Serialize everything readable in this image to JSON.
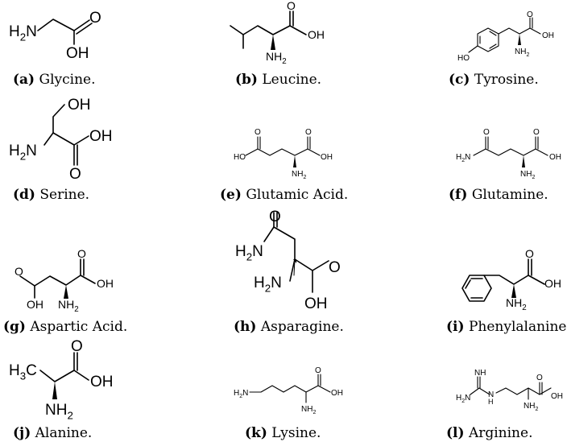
{
  "atoms": {
    "H2N": "H2N",
    "O": "O",
    "OH": "OH",
    "HO": "HO",
    "NH2": "NH2",
    "H3C": "H3C",
    "HN": "HN",
    "NH": "NH",
    "N": "N",
    "H": "H"
  },
  "panels": [
    {
      "label": "(a)",
      "name": "Glycine."
    },
    {
      "label": "(b)",
      "name": "Leucine."
    },
    {
      "label": "(c)",
      "name": "Tyrosine."
    },
    {
      "label": "(d)",
      "name": "Serine."
    },
    {
      "label": "(e)",
      "name": "Glutamic Acid."
    },
    {
      "label": "(f)",
      "name": "Glutamine."
    },
    {
      "label": "(g)",
      "name": "Aspartic Acid."
    },
    {
      "label": "(h)",
      "name": "Asparagine."
    },
    {
      "label": "(i)",
      "name": "Phenylalanine."
    },
    {
      "label": "(j)",
      "name": "Alanine."
    },
    {
      "label": "(k)",
      "name": "Lysine."
    },
    {
      "label": "(l)",
      "name": "Arginine."
    }
  ]
}
